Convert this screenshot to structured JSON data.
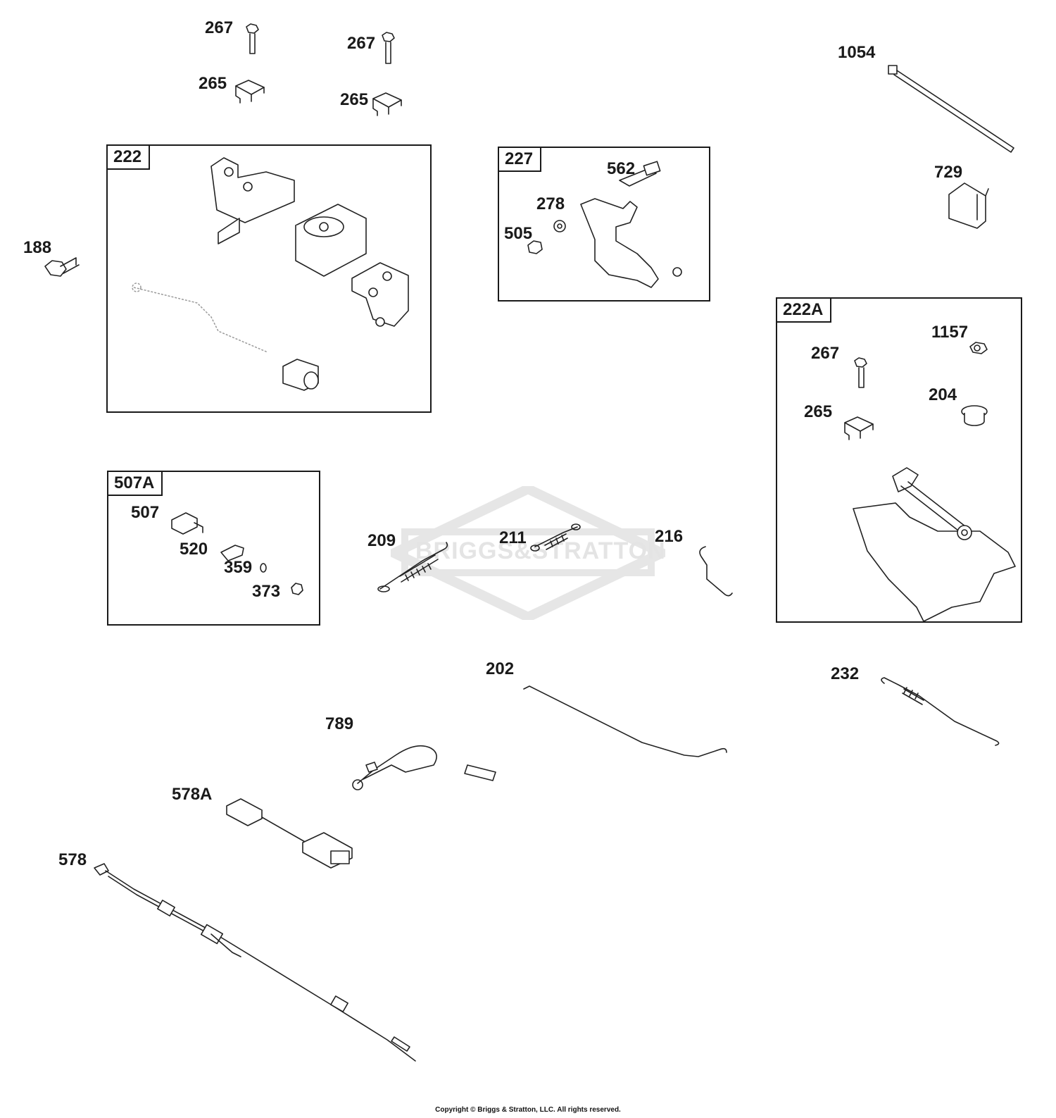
{
  "watermark": {
    "brand": "BRIGGS&STRATTON"
  },
  "boxes": {
    "b222": "222",
    "b227": "227",
    "b507A": "507A",
    "b222A": "222A"
  },
  "labels": {
    "l267a": "267",
    "l267b": "267",
    "l265a": "265",
    "l265b": "265",
    "l1054": "1054",
    "l729": "729",
    "l188": "188",
    "l562": "562",
    "l278": "278",
    "l505": "505",
    "l1157": "1157",
    "l267c": "267",
    "l204": "204",
    "l265c": "265",
    "l507": "507",
    "l520": "520",
    "l359": "359",
    "l373": "373",
    "l209": "209",
    "l211": "211",
    "l216": "216",
    "l202": "202",
    "l232": "232",
    "l789": "789",
    "l578A": "578A",
    "l578": "578"
  },
  "copyright": "Copyright © Briggs & Stratton, LLC. All rights reserved."
}
